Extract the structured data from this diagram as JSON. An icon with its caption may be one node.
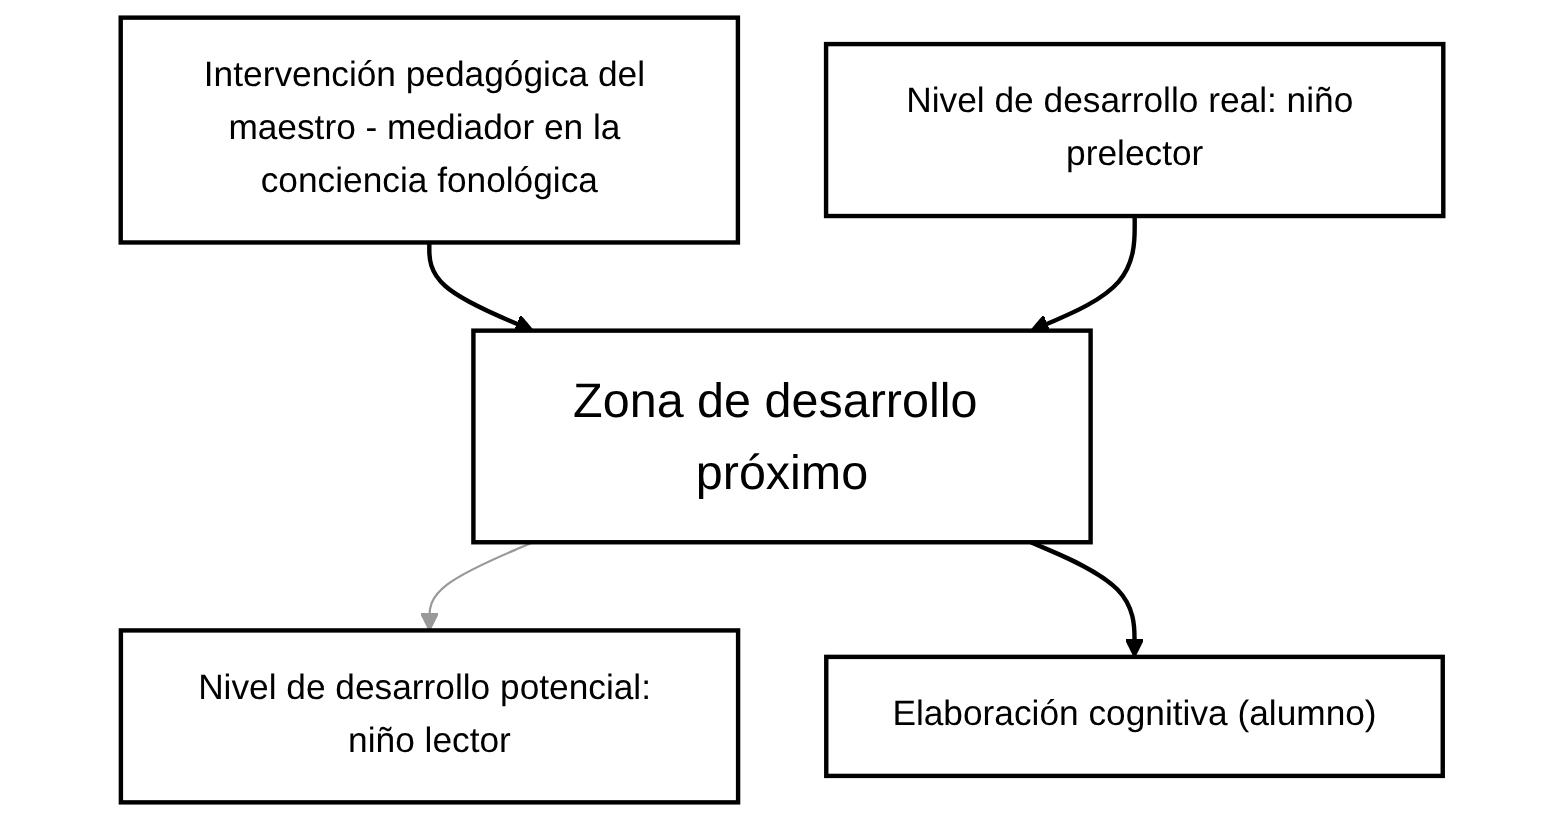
{
  "diagram": {
    "nodes": [
      {
        "text": [
          "Intervención pedagógica del maestro - mediador en la conciencia fonológica"
        ]
      },
      {
        "text": [
          "Nivel de desarrollo real: niño prelector"
        ]
      },
      {
        "text": [
          "Zona de desarrollo próximo"
        ]
      },
      {
        "text": [
          "Nivel de desarrollo potencial: niño lector"
        ]
      },
      {
        "text": [
          "Elaboración cognitiva (alumno)"
        ]
      }
    ],
    "edges": [
      {
        "from": 0,
        "to": 2,
        "arrow": "to"
      },
      {
        "from": 1,
        "to": 2,
        "arrow": "to"
      },
      {
        "from": 2,
        "to": 3,
        "arrow": "to",
        "color": "#999999"
      },
      {
        "from": 2,
        "to": 4,
        "arrow": "to"
      }
    ]
  }
}
